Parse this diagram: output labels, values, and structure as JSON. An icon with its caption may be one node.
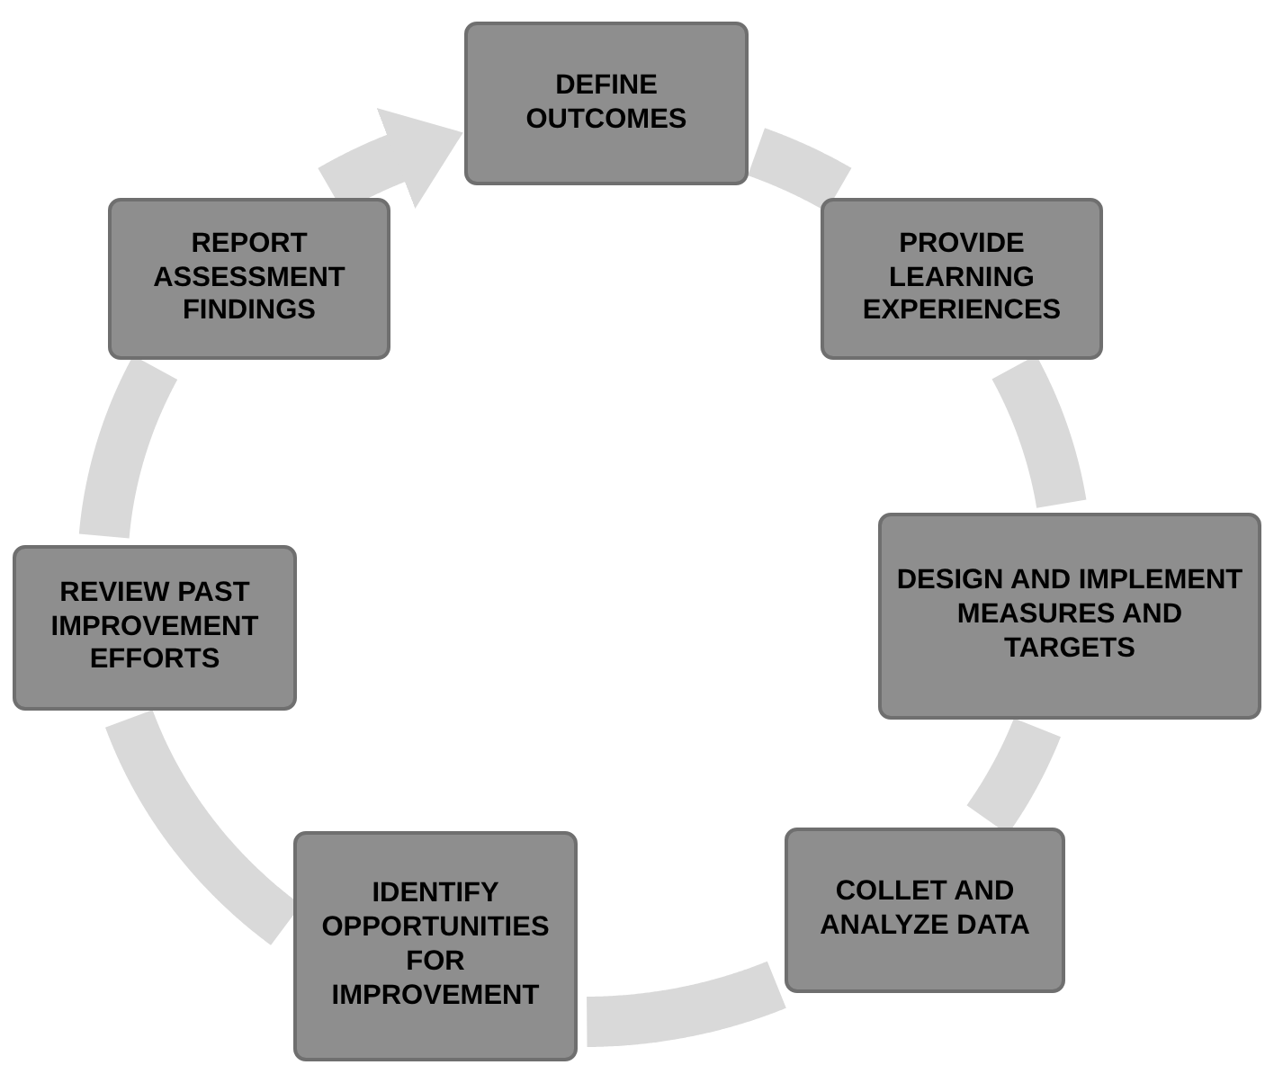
{
  "diagram": {
    "nodes": [
      {
        "text": [
          "DEFINE OUTCOMES"
        ]
      },
      {
        "text": [
          "PROVIDE LEARNING EXPERIENCES"
        ]
      },
      {
        "text": [
          "DESIGN AND IMPLEMENT MEASURES AND TARGETS"
        ]
      },
      {
        "text": [
          "COLLET AND ANALYZE DATA"
        ]
      },
      {
        "text": [
          "IDENTIFY OPPORTUNITIES FOR IMPROVEMENT"
        ]
      },
      {
        "text": [
          "REVIEW PAST IMPROVEMENT EFFORTS"
        ]
      },
      {
        "text": [
          "REPORT ASSESSMENT FINDINGS"
        ]
      }
    ],
    "edges": [
      {
        "from": 0,
        "to": 1,
        "arrow": "none"
      },
      {
        "from": 1,
        "to": 2,
        "arrow": "none"
      },
      {
        "from": 2,
        "to": 3,
        "arrow": "none"
      },
      {
        "from": 3,
        "to": 4,
        "arrow": "none"
      },
      {
        "from": 4,
        "to": 5,
        "arrow": "none"
      },
      {
        "from": 5,
        "to": 6,
        "arrow": "none"
      },
      {
        "from": 6,
        "to": 0,
        "arrow": "to"
      }
    ]
  }
}
